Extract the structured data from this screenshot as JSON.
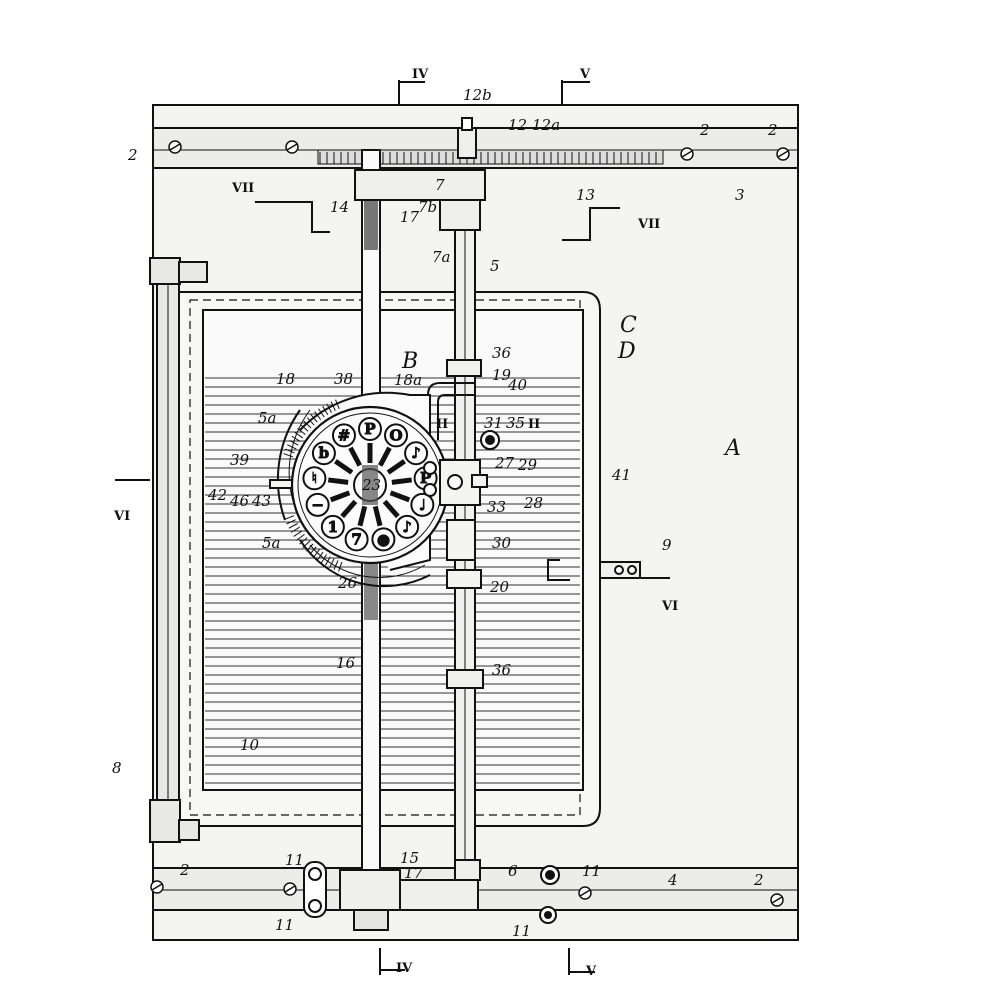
{
  "labels": {
    "l_12b": "12b",
    "l_12": "12",
    "l_12a": "12a",
    "l_2": "2",
    "l_3": "3",
    "l_13": "13",
    "l_14": "14",
    "l_17": "17",
    "l_7": "7",
    "l_7b": "7b",
    "l_7a": "7a",
    "l_5": "5",
    "l_C": "C",
    "l_D": "D",
    "l_36": "36",
    "l_B": "B",
    "l_18": "18",
    "l_18a": "18a",
    "l_38": "38",
    "l_19": "19",
    "l_40": "40",
    "l_5a": "5a",
    "l_31": "31",
    "l_35": "35",
    "l_A": "A",
    "l_39": "39",
    "l_27": "27",
    "l_29": "29",
    "l_41": "41",
    "l_42": "42",
    "l_46": "46",
    "l_43": "43",
    "l_23": "23",
    "l_28": "28",
    "l_33": "33",
    "l_30": "30",
    "l_9": "9",
    "l_26": "26",
    "l_20": "20",
    "l_16": "16",
    "l_8": "8",
    "l_10": "10",
    "l_11": "11",
    "l_15": "15",
    "l_6": "6",
    "l_4": "4"
  },
  "sections": {
    "s_IV": "IV",
    "s_V": "V",
    "s_VII": "VII",
    "s_VI": "VI",
    "s_II": "II"
  },
  "keys": [
    "P",
    "O",
    "♪",
    "P",
    "♩",
    "♪",
    "●",
    "7",
    "1",
    "−",
    "♮",
    "b",
    "#"
  ]
}
